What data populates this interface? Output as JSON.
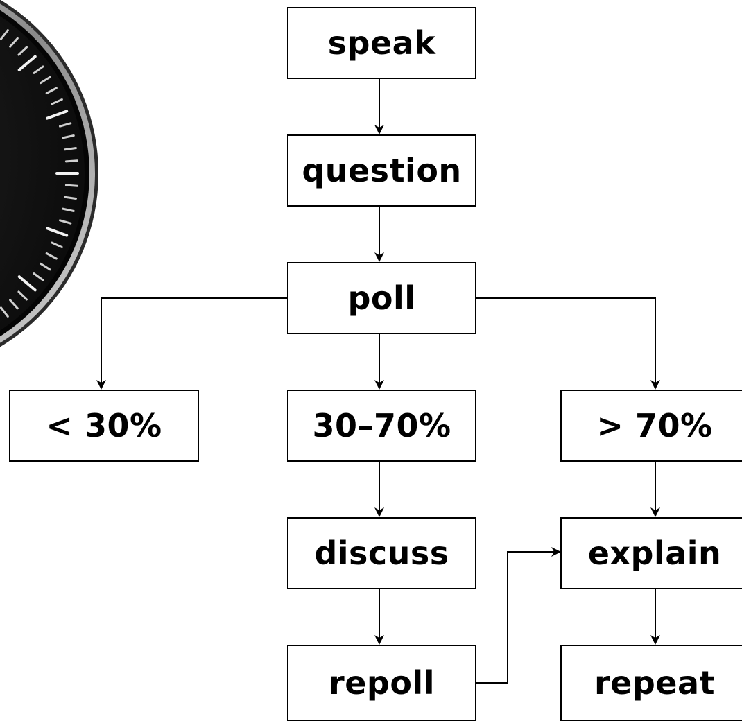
{
  "nodes": {
    "speak": "speak",
    "question": "question",
    "poll": "poll",
    "low": "< 30%",
    "mid": "30–70%",
    "high": "> 70%",
    "discuss": "discuss",
    "explain": "explain",
    "repoll": "repoll",
    "repeat": "repeat"
  },
  "gauge_image": {
    "icon": "speedometer-dial-icon",
    "colors": {
      "face": "#1b1b1b",
      "rim": "#b8b8b8",
      "ticks": "#e6e6e6"
    }
  }
}
